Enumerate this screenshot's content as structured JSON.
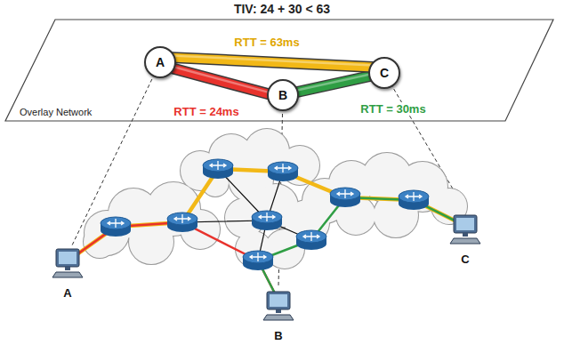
{
  "diagram": {
    "title": "TIV: 24 + 30 < 63",
    "nodes": [
      {
        "text": [
          "Overlay Network"
        ]
      },
      {
        "text": [
          "A"
        ],
        "in": 0
      },
      {
        "text": [
          "B"
        ],
        "in": 0
      },
      {
        "text": [
          "C"
        ],
        "in": 0
      }
    ],
    "edges": [
      {
        "from": 1,
        "to": 2,
        "label": "RTT = 24ms",
        "arrow": "none"
      },
      {
        "from": 2,
        "to": 3,
        "label": "RTT = 30ms",
        "arrow": "none"
      },
      {
        "from": 1,
        "to": 3,
        "label": "RTT = 63ms",
        "arrow": "none"
      }
    ],
    "labels": [
      "A",
      "B",
      "C"
    ]
  }
}
